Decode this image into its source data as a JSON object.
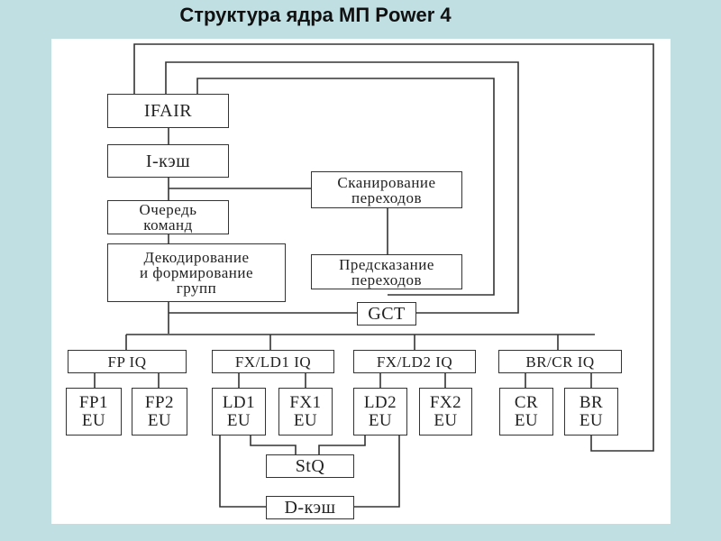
{
  "title": "Структура ядра МП Power 4",
  "colors": {
    "background": "#c0dfe3",
    "panel": "#ffffff",
    "line": "#333333"
  },
  "blocks": {
    "ifair": "IFAIR",
    "icache": "I-кэш",
    "branch_scan": "Сканирование\nпереходов",
    "instr_queue": "Очередь\nкоманд",
    "decode": "Декодирование\nи формирование\nгрупп",
    "branch_predict": "Предсказание\nпереходов",
    "gct": "GCT",
    "fp_iq": "FP   IQ",
    "fxld1_iq": "FX/LD1  IQ",
    "fxld2_iq": "FX/LD2  IQ",
    "brcr_iq": "BR/CR   IQ",
    "fp1_eu": "FP1\nEU",
    "fp2_eu": "FP2\nEU",
    "ld1_eu": "LD1\nEU",
    "fx1_eu": "FX1\nEU",
    "ld2_eu": "LD2\nEU",
    "fx2_eu": "FX2\nEU",
    "cr_eu": "CR\nEU",
    "br_eu": "BR\nEU",
    "stq": "StQ",
    "dcache": "D-кэш"
  }
}
